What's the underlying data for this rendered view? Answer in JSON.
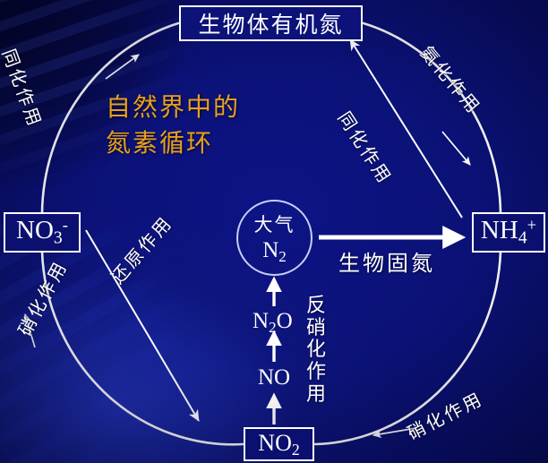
{
  "title": {
    "line1": "自然界中的",
    "line2": "氮素循环",
    "full": "自然界中的\n氮素循环",
    "color": "#e8a01c"
  },
  "colors": {
    "background_navy": "#0a1070",
    "background_dark": "#03052a",
    "stroke_white": "#ffffff",
    "title_orange": "#e8a01c",
    "circle_stroke": "#c8cdf5"
  },
  "boxes": {
    "organic_nitrogen": "生物体有机氮",
    "nitrate": "NO₃⁻",
    "nitrate_base": "NO",
    "nitrate_sub": "3",
    "nitrate_sup": "-",
    "ammonium": "NH₄⁺",
    "ammonium_base": "NH",
    "ammonium_sub": "4",
    "ammonium_sup": "+",
    "nitrite": "NO₂",
    "nitrite_base": "NO",
    "nitrite_sub": "2"
  },
  "atmosphere": {
    "label": "大气",
    "species": "N₂",
    "species_base": "N",
    "species_sub": "2"
  },
  "chain": {
    "n2o_base": "N",
    "n2o_sub": "2",
    "n2o_tail": "O",
    "no": "NO"
  },
  "processes": {
    "assimilation_left": "同化作用",
    "assimilation_right": "同化作用",
    "ammonification": "氨化作用",
    "nitrification_left": "硝化作用",
    "nitrification_right": "硝化作用",
    "reduction": "还原作用",
    "biological_fixation": "生物固氮",
    "denitrification": "反硝化作用"
  },
  "chart_data": {
    "type": "diagram",
    "title": "自然界中的氮素循环",
    "nodes": [
      {
        "id": "organic_nitrogen",
        "label": "生物体有机氮",
        "position": "top"
      },
      {
        "id": "nitrate",
        "label": "NO₃⁻",
        "position": "left"
      },
      {
        "id": "ammonium",
        "label": "NH₄⁺",
        "position": "right"
      },
      {
        "id": "nitrite",
        "label": "NO₂",
        "position": "bottom"
      },
      {
        "id": "atmospheric_n2",
        "label": "大气 N₂",
        "position": "center"
      },
      {
        "id": "n2o",
        "label": "N₂O",
        "position": "center-lower"
      },
      {
        "id": "no",
        "label": "NO",
        "position": "center-lower"
      }
    ],
    "edges": [
      {
        "from": "nitrate",
        "to": "organic_nitrogen",
        "label": "同化作用"
      },
      {
        "from": "organic_nitrogen",
        "to": "ammonium",
        "label": "氨化作用"
      },
      {
        "from": "ammonium",
        "to": "organic_nitrogen",
        "label": "同化作用"
      },
      {
        "from": "ammonium",
        "to": "nitrite",
        "label": "硝化作用"
      },
      {
        "from": "nitrite",
        "to": "nitrate",
        "label": "硝化作用"
      },
      {
        "from": "nitrate",
        "to": "nitrite",
        "label": "还原作用"
      },
      {
        "from": "atmospheric_n2",
        "to": "ammonium",
        "label": "生物固氮"
      },
      {
        "from": "nitrite",
        "to": "no",
        "label": "反硝化作用"
      },
      {
        "from": "no",
        "to": "n2o",
        "label": "反硝化作用"
      },
      {
        "from": "n2o",
        "to": "atmospheric_n2",
        "label": "反硝化作用"
      }
    ]
  }
}
